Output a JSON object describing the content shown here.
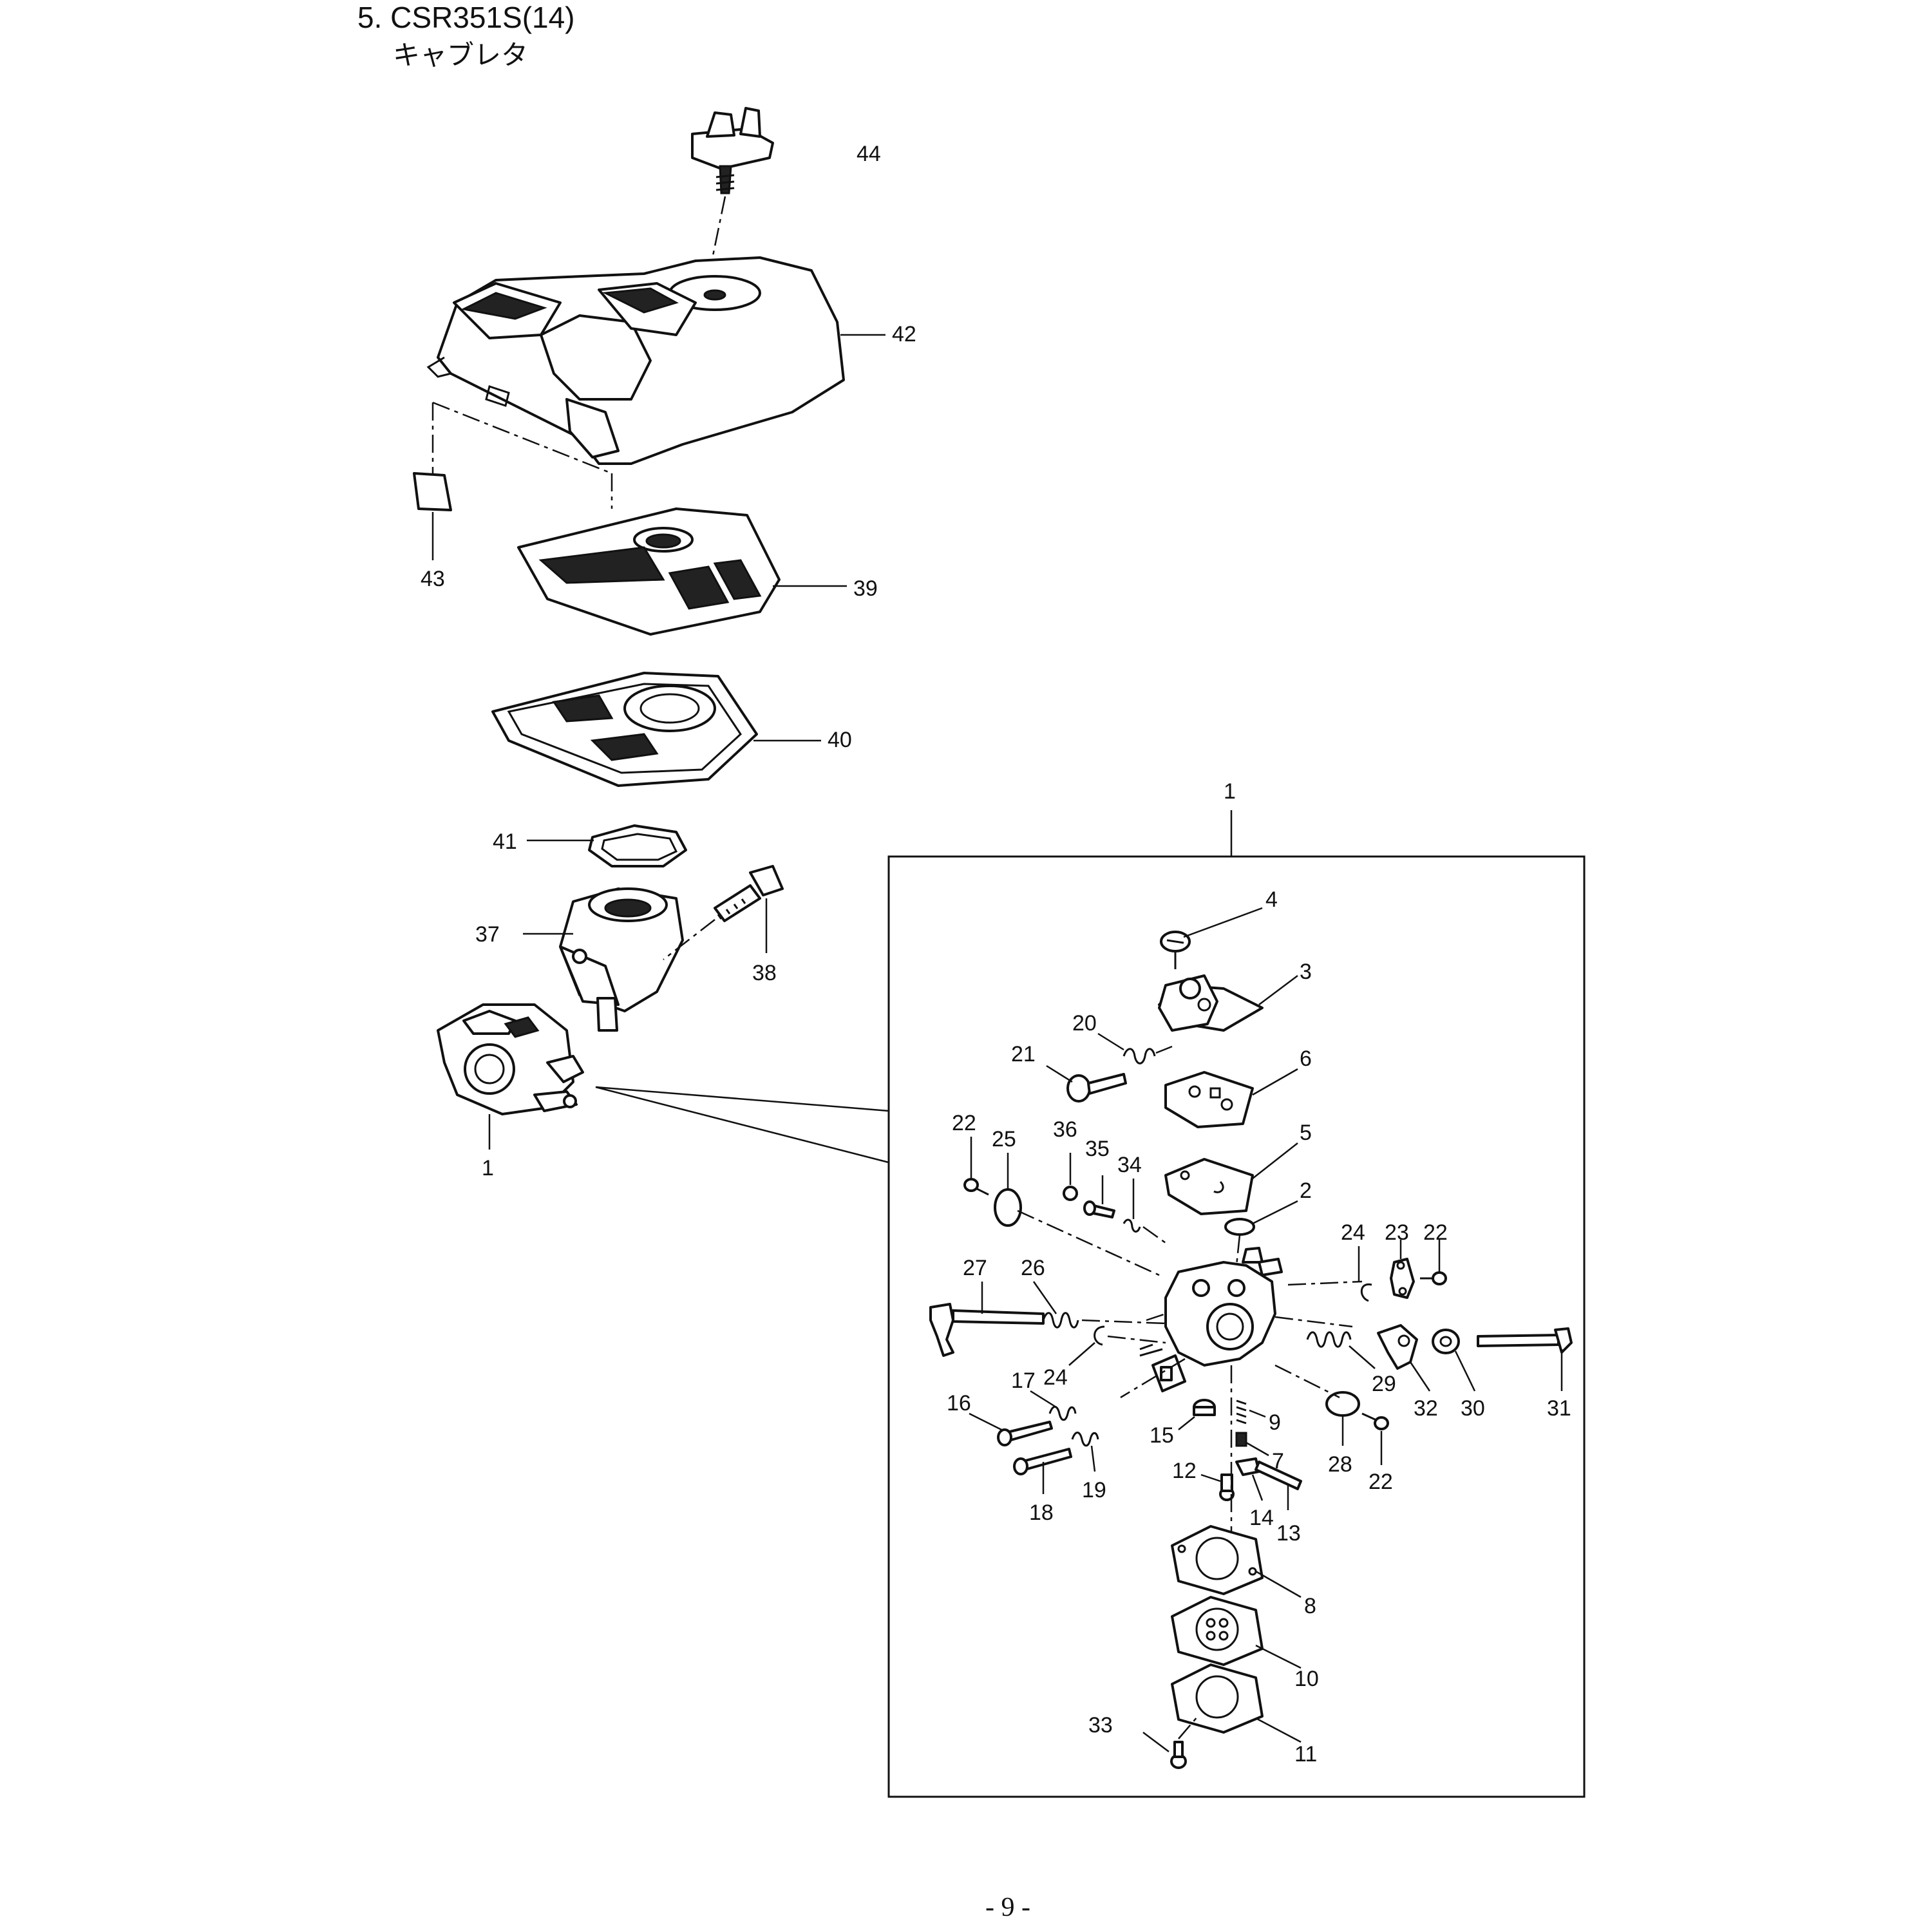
{
  "header": {
    "title_line_1": "5. CSR351S(14)",
    "title_line_2": "キャブレタ"
  },
  "footer": {
    "page_number": "- 9 -"
  },
  "callouts": {
    "c44": "44",
    "c42": "42",
    "c43": "43",
    "c39": "39",
    "c40": "40",
    "c41": "41",
    "c37": "37",
    "c38": "38",
    "c1_assy": "1",
    "c1_box": "1",
    "c4": "4",
    "c3": "3",
    "c20": "20",
    "c21": "21",
    "c6": "6",
    "c22_a": "22",
    "c25": "25",
    "c36": "36",
    "c35": "35",
    "c34": "34",
    "c5": "5",
    "c2": "2",
    "c24_a": "24",
    "c23": "23",
    "c22_b": "22",
    "c27": "27",
    "c26": "26",
    "c24_b": "24",
    "c29": "29",
    "c32": "32",
    "c30": "30",
    "c31": "31",
    "c17": "17",
    "c16": "16",
    "c15": "15",
    "c9": "9",
    "c7": "7",
    "c28": "28",
    "c22_c": "22",
    "c12": "12",
    "c14": "14",
    "c13": "13",
    "c18": "18",
    "c19": "19",
    "c8": "8",
    "c10": "10",
    "c33": "33",
    "c11": "11"
  }
}
